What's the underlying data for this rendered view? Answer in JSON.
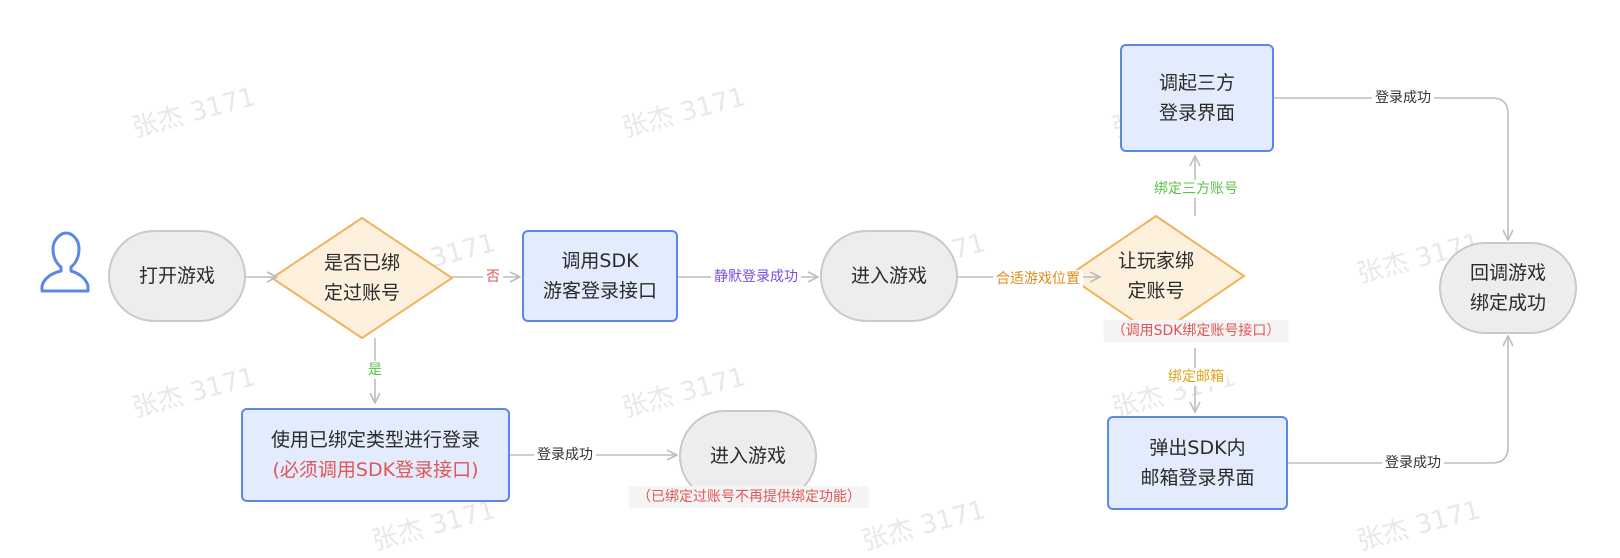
{
  "watermark": "张杰 3171",
  "colors": {
    "accent_blue": "#5b87e6",
    "diamond_orange": "#f2b25c",
    "label_red": "#e05656",
    "label_green": "#5cc24a",
    "label_purple": "#7a4ee0",
    "label_orange": "#e08a1e",
    "label_gold": "#d9a417"
  },
  "nodes": {
    "user_icon": "user-icon",
    "open_game": "打开游戏",
    "bound_check": [
      "是否已绑",
      "定过账号"
    ],
    "guest_login": [
      "调用SDK",
      "游客登录接口"
    ],
    "enter_game_1": "进入游戏",
    "bind_prompt": [
      "让玩家绑",
      "定账号"
    ],
    "bind_prompt_note": "（调用SDK绑定账号接口）",
    "third_party": [
      "调起三方",
      "登录界面"
    ],
    "email_login": [
      "弹出SDK内",
      "邮箱登录界面"
    ],
    "callback": [
      "回调游戏",
      "绑定成功"
    ],
    "use_bound": [
      "使用已绑定类型进行登录",
      "(必须调用SDK登录接口)"
    ],
    "enter_game_2": "进入游戏",
    "enter_game_2_note": "（已绑定过账号不再提供绑定功能）"
  },
  "edges": {
    "no": "否",
    "yes": "是",
    "silent_login": "静默登录成功",
    "proper_position": "合适游戏位置",
    "bind_third": "绑定三方账号",
    "bind_email": "绑定邮箱",
    "login_success_top": "登录成功",
    "login_success_bottom": "登录成功",
    "login_success_left": "登录成功"
  }
}
